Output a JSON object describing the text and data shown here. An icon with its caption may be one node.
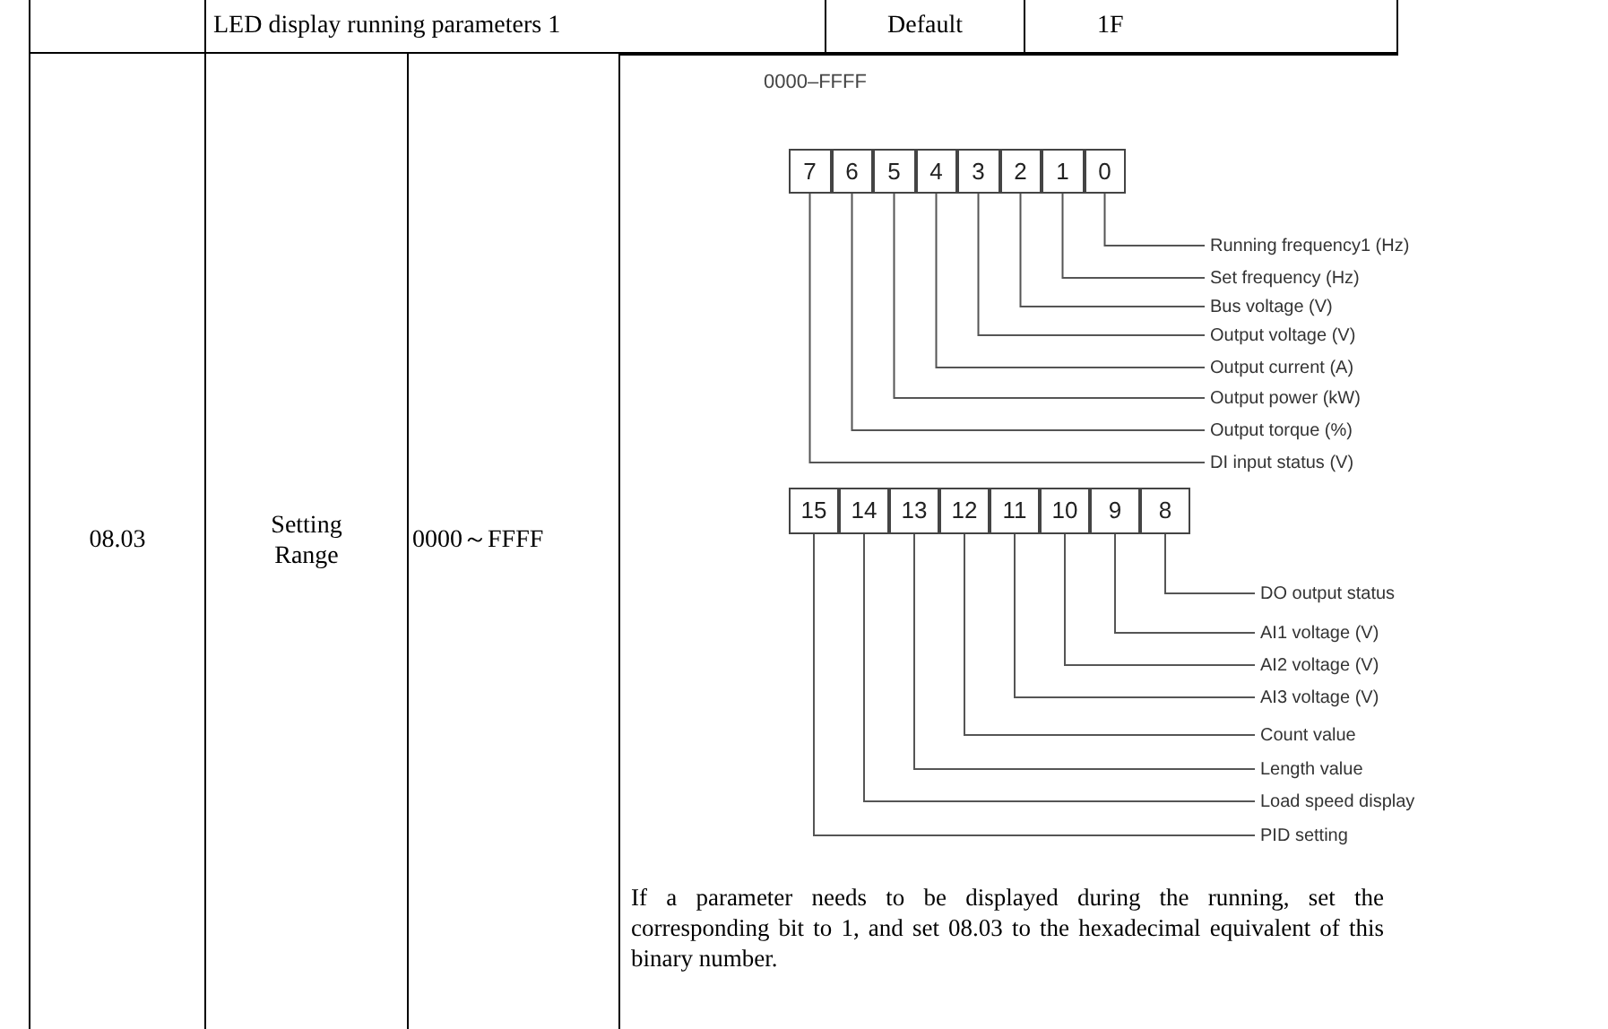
{
  "diagram": {
    "nodes": [
      {
        "text": [
          "7"
        ]
      },
      {
        "text": [
          "6"
        ]
      },
      {
        "text": [
          "5"
        ]
      },
      {
        "text": [
          "4"
        ]
      },
      {
        "text": [
          "3"
        ]
      },
      {
        "text": [
          "2"
        ]
      },
      {
        "text": [
          "1"
        ]
      },
      {
        "text": [
          "0"
        ]
      },
      {
        "text": [
          "Running frequency1 (Hz)"
        ]
      },
      {
        "text": [
          "Set frequency (Hz)"
        ]
      },
      {
        "text": [
          "Bus voltage (V)"
        ]
      },
      {
        "text": [
          "Output voltage (V)"
        ]
      },
      {
        "text": [
          "Output current (A)"
        ]
      },
      {
        "text": [
          "Output power (kW)"
        ]
      },
      {
        "text": [
          "Output torque (%)"
        ]
      },
      {
        "text": [
          "DI input status (V)"
        ]
      },
      {
        "text": [
          "15"
        ]
      },
      {
        "text": [
          "14"
        ]
      },
      {
        "text": [
          "13"
        ]
      },
      {
        "text": [
          "12"
        ]
      },
      {
        "text": [
          "11"
        ]
      },
      {
        "text": [
          "10"
        ]
      },
      {
        "text": [
          "9"
        ]
      },
      {
        "text": [
          "8"
        ]
      },
      {
        "text": [
          "DO output status"
        ]
      },
      {
        "text": [
          "AI1 voltage (V)"
        ]
      },
      {
        "text": [
          "AI2 voltage (V)"
        ]
      },
      {
        "text": [
          "AI3 voltage (V)"
        ]
      },
      {
        "text": [
          "Count value"
        ]
      },
      {
        "text": [
          "Length value"
        ]
      },
      {
        "text": [
          "Load speed display"
        ]
      },
      {
        "text": [
          "PID setting"
        ]
      }
    ],
    "edges": [
      {
        "from": 7,
        "to": 8,
        "arrow": "none"
      },
      {
        "from": 6,
        "to": 9,
        "arrow": "none"
      },
      {
        "from": 5,
        "to": 10,
        "arrow": "none"
      },
      {
        "from": 4,
        "to": 11,
        "arrow": "none"
      },
      {
        "from": 3,
        "to": 12,
        "arrow": "none"
      },
      {
        "from": 2,
        "to": 13,
        "arrow": "none"
      },
      {
        "from": 1,
        "to": 14,
        "arrow": "none"
      },
      {
        "from": 0,
        "to": 15,
        "arrow": "none"
      },
      {
        "from": 23,
        "to": 24,
        "arrow": "none"
      },
      {
        "from": 22,
        "to": 25,
        "arrow": "none"
      },
      {
        "from": 21,
        "to": 26,
        "arrow": "none"
      },
      {
        "from": 20,
        "to": 27,
        "arrow": "none"
      },
      {
        "from": 19,
        "to": 28,
        "arrow": "none"
      },
      {
        "from": 18,
        "to": 29,
        "arrow": "none"
      },
      {
        "from": 17,
        "to": 30,
        "arrow": "none"
      },
      {
        "from": 16,
        "to": 31,
        "arrow": "none"
      }
    ],
    "labels": [
      "LED display running parameters 1",
      "Default",
      "1F",
      "08.03",
      "Setting Range",
      "0000～FFFF",
      "0000–FFFF",
      "If a parameter needs to be displayed during the running, set the corresponding bit to 1, and set 08.03 to the hexadecimal equivalent of this binary number."
    ]
  }
}
